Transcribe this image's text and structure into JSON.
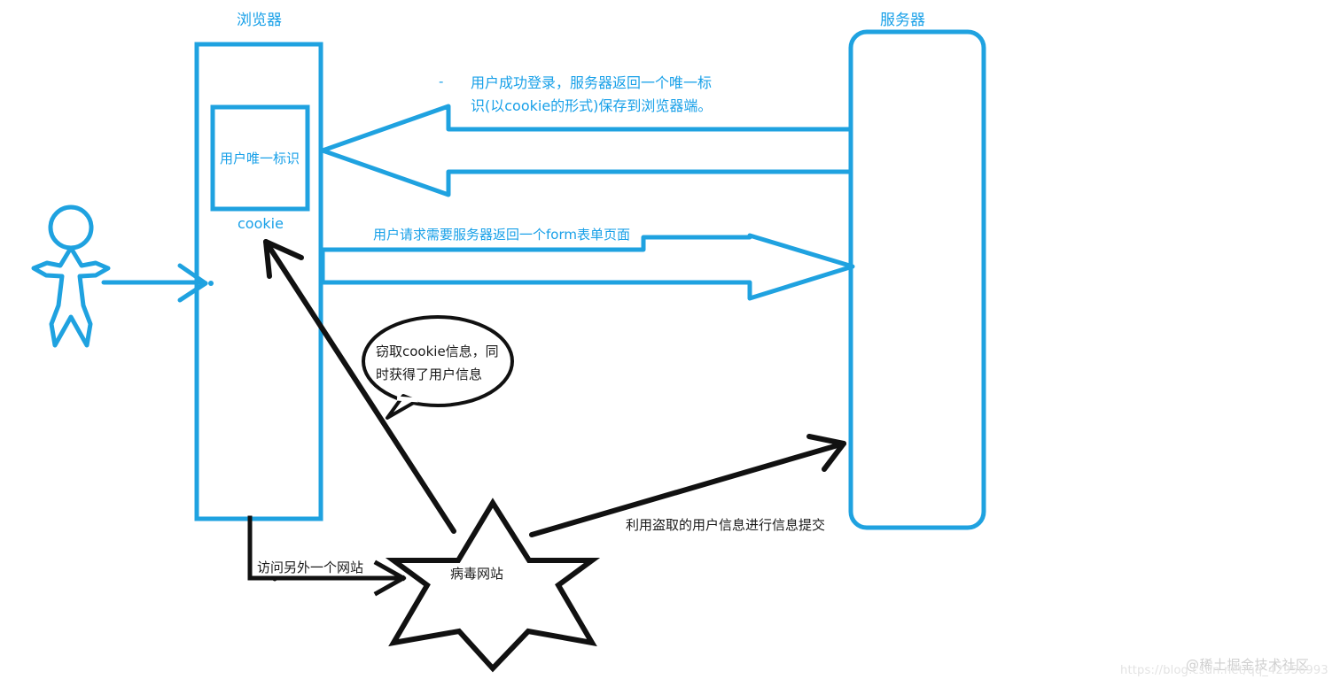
{
  "diagram": {
    "title_alt": "Cookie / CSRF attack flow diagram",
    "colors": {
      "blue": "#1fa2e0",
      "black": "#111111",
      "watermark": "#d2d2d2"
    },
    "nodes": {
      "browser": {
        "label": "浏览器",
        "cookie_box_label": "用户唯一标识",
        "cookie_caption": "cookie"
      },
      "server": {
        "label": "服务器"
      },
      "virus": {
        "label": "病毒网站"
      },
      "user": {
        "label": ""
      }
    },
    "annotations": {
      "login_response_line1": "用户成功登录，服务器返回一个唯一标",
      "login_response_line2": "识(以cookie的形式)保存到浏览器端。",
      "login_response_dash": "-",
      "form_request": "用户请求需要服务器返回一个form表单页面",
      "steal_cookie_line1": "窃取cookie信息，同",
      "steal_cookie_line2": "时获得了用户信息",
      "visit_other_site": "访问另外一个网站",
      "submit_with_stolen": "利用盗取的用户信息进行信息提交"
    },
    "watermark": {
      "name": "@稀土掘金技术社区",
      "url": "https://blog.csdn.net/qq_42956993"
    }
  }
}
